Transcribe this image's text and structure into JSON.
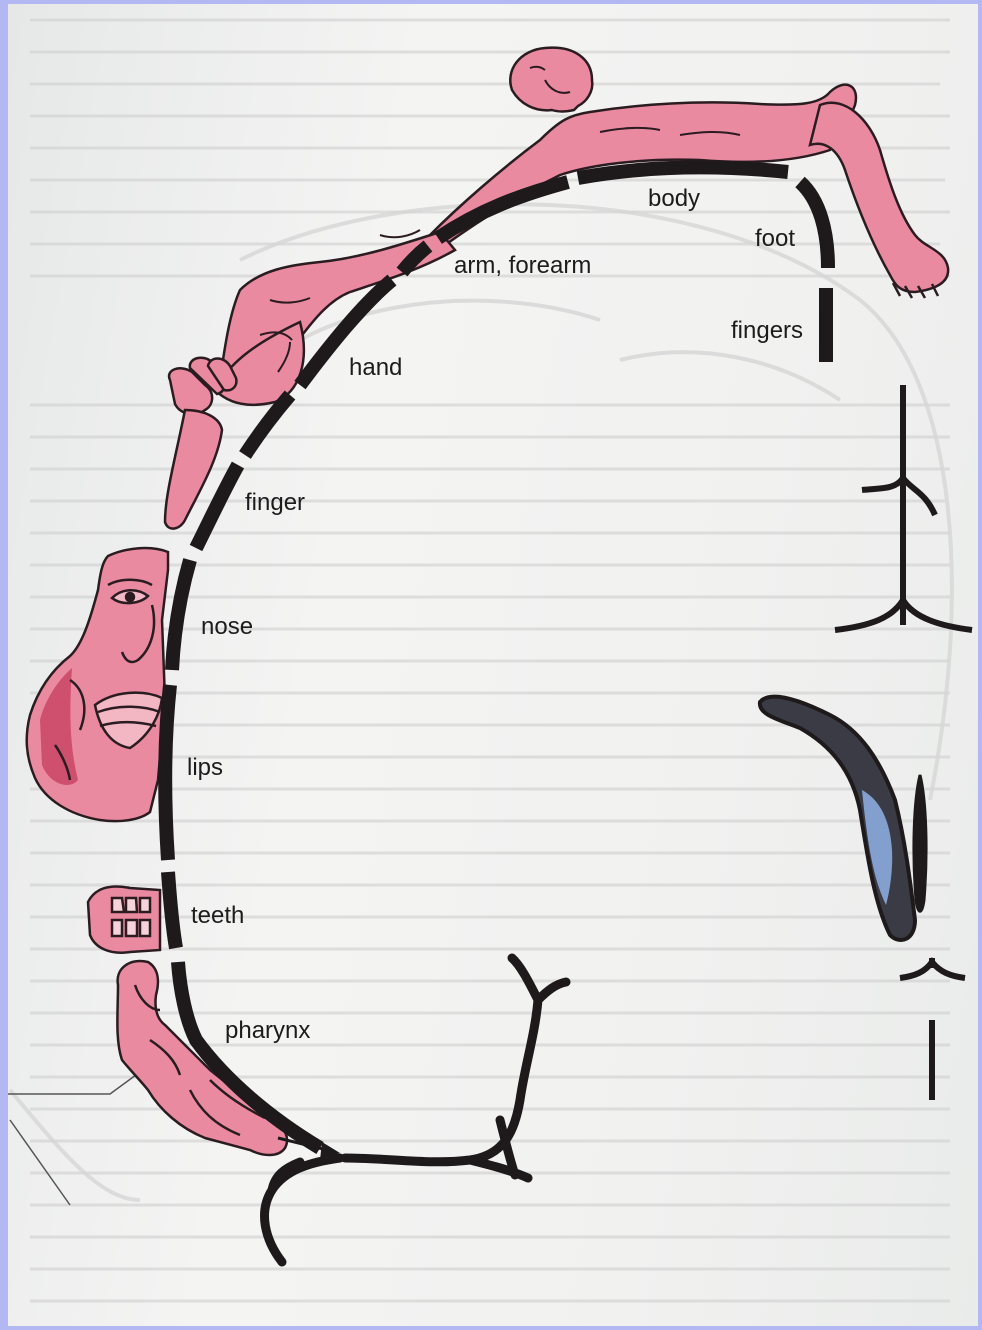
{
  "labels": {
    "body": "body",
    "foot": "foot",
    "arm_forearm": "arm, forearm",
    "fingers": "fingers",
    "hand": "hand",
    "finger": "finger",
    "nose": "nose",
    "lips": "lips",
    "teeth": "teeth",
    "pharynx": "pharynx"
  },
  "colors": {
    "frame": "#b3b8f2",
    "flesh": "#ea8aa0",
    "flesh_shadow": "#d9607e",
    "ink": "#1e1a1c",
    "paper": "#f1f1f0"
  }
}
